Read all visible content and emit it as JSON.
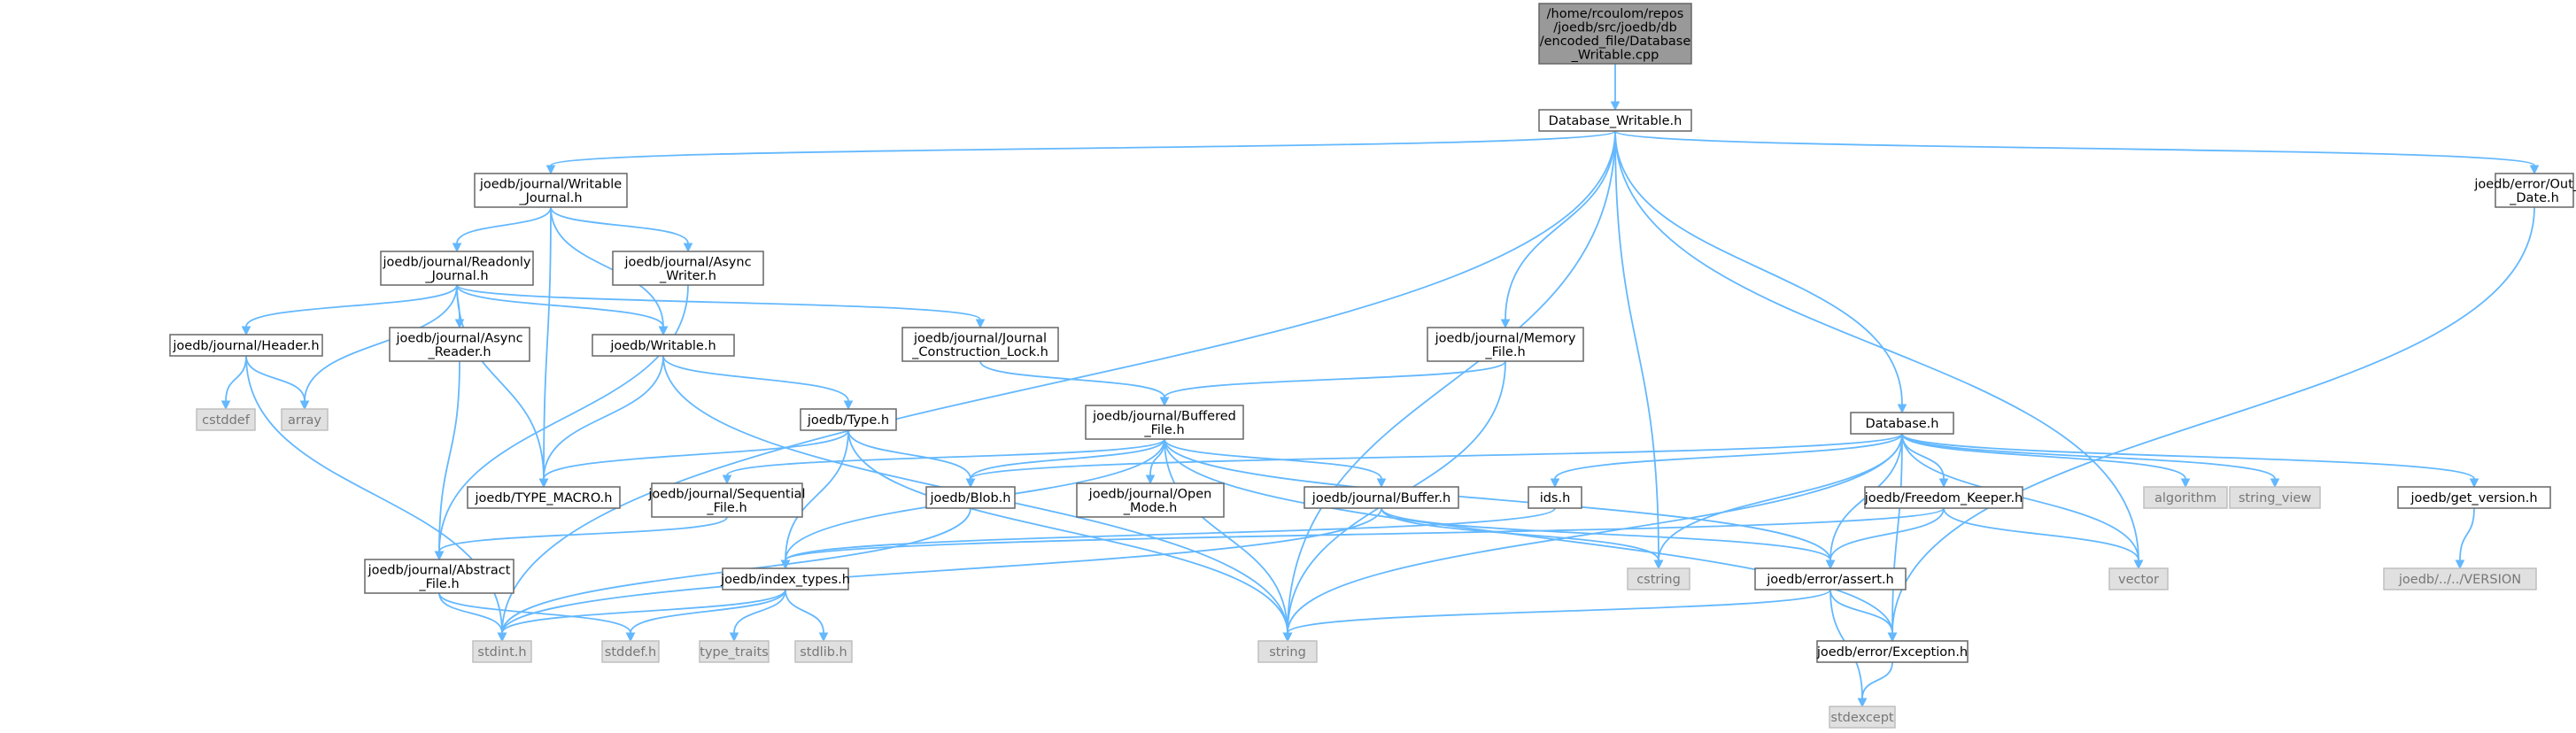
{
  "colors": {
    "edge": "#63b8ff",
    "node_border": "#666666",
    "root_fill": "#999999",
    "system_fill": "#e0e0e0",
    "system_text": "#777777"
  },
  "nodes": [
    {
      "id": "root",
      "kind": "root",
      "lines": [
        "/home/rcoulom/repos",
        "/joedb/src/joedb/db",
        "/encoded_file/Database",
        "_Writable.cpp"
      ]
    },
    {
      "id": "dbw",
      "kind": "normal",
      "lines": [
        "Database_Writable.h"
      ]
    },
    {
      "id": "wj",
      "kind": "normal",
      "lines": [
        "joedb/journal/Writable",
        "_Journal.h"
      ]
    },
    {
      "id": "ooD",
      "kind": "normal",
      "lines": [
        "joedb/error/Out_Of",
        "_Date.h"
      ]
    },
    {
      "id": "rj",
      "kind": "normal",
      "lines": [
        "joedb/journal/Readonly",
        "_Journal.h"
      ]
    },
    {
      "id": "aw",
      "kind": "normal",
      "lines": [
        "joedb/journal/Async",
        "_Writer.h"
      ]
    },
    {
      "id": "hdr",
      "kind": "normal",
      "lines": [
        "joedb/journal/Header.h"
      ]
    },
    {
      "id": "ar",
      "kind": "normal",
      "lines": [
        "joedb/journal/Async",
        "_Reader.h"
      ]
    },
    {
      "id": "wr",
      "kind": "normal",
      "lines": [
        "joedb/Writable.h"
      ]
    },
    {
      "id": "jcl",
      "kind": "normal",
      "lines": [
        "joedb/journal/Journal",
        "_Construction_Lock.h"
      ]
    },
    {
      "id": "mf",
      "kind": "normal",
      "lines": [
        "joedb/journal/Memory",
        "_File.h"
      ]
    },
    {
      "id": "cstddef",
      "kind": "system",
      "lines": [
        "cstddef"
      ]
    },
    {
      "id": "array",
      "kind": "system",
      "lines": [
        "array"
      ]
    },
    {
      "id": "type",
      "kind": "normal",
      "lines": [
        "joedb/Type.h"
      ]
    },
    {
      "id": "bf",
      "kind": "normal",
      "lines": [
        "joedb/journal/Buffered",
        "_File.h"
      ]
    },
    {
      "id": "db",
      "kind": "normal",
      "lines": [
        "Database.h"
      ]
    },
    {
      "id": "tm",
      "kind": "normal",
      "lines": [
        "joedb/TYPE_MACRO.h"
      ]
    },
    {
      "id": "sf",
      "kind": "normal",
      "lines": [
        "joedb/journal/Sequential",
        "_File.h"
      ]
    },
    {
      "id": "blob",
      "kind": "normal",
      "lines": [
        "joedb/Blob.h"
      ]
    },
    {
      "id": "om",
      "kind": "normal",
      "lines": [
        "joedb/journal/Open",
        "_Mode.h"
      ]
    },
    {
      "id": "buf",
      "kind": "normal",
      "lines": [
        "joedb/journal/Buffer.h"
      ]
    },
    {
      "id": "ids",
      "kind": "normal",
      "lines": [
        "ids.h"
      ]
    },
    {
      "id": "fk",
      "kind": "normal",
      "lines": [
        "joedb/Freedom_Keeper.h"
      ]
    },
    {
      "id": "algorithm",
      "kind": "system",
      "lines": [
        "algorithm"
      ]
    },
    {
      "id": "string_view",
      "kind": "system",
      "lines": [
        "string_view"
      ]
    },
    {
      "id": "gv",
      "kind": "normal",
      "lines": [
        "joedb/get_version.h"
      ]
    },
    {
      "id": "af",
      "kind": "normal",
      "lines": [
        "joedb/journal/Abstract",
        "_File.h"
      ]
    },
    {
      "id": "it",
      "kind": "normal",
      "lines": [
        "joedb/index_types.h"
      ]
    },
    {
      "id": "cstring",
      "kind": "system",
      "lines": [
        "cstring"
      ]
    },
    {
      "id": "assert",
      "kind": "normal",
      "lines": [
        "joedb/error/assert.h"
      ]
    },
    {
      "id": "vector",
      "kind": "system",
      "lines": [
        "vector"
      ]
    },
    {
      "id": "version",
      "kind": "system",
      "lines": [
        "joedb/../../VERSION"
      ]
    },
    {
      "id": "stdint",
      "kind": "system",
      "lines": [
        "stdint.h"
      ]
    },
    {
      "id": "stddef",
      "kind": "system",
      "lines": [
        "stddef.h"
      ]
    },
    {
      "id": "type_traits",
      "kind": "system",
      "lines": [
        "type_traits"
      ]
    },
    {
      "id": "stdlib",
      "kind": "system",
      "lines": [
        "stdlib.h"
      ]
    },
    {
      "id": "string",
      "kind": "system",
      "lines": [
        "string"
      ]
    },
    {
      "id": "exc",
      "kind": "normal",
      "lines": [
        "joedb/error/Exception.h"
      ]
    },
    {
      "id": "stdexcept",
      "kind": "system",
      "lines": [
        "stdexcept"
      ]
    }
  ],
  "edges": [
    [
      "root",
      "dbw"
    ],
    [
      "dbw",
      "wj"
    ],
    [
      "dbw",
      "ooD"
    ],
    [
      "dbw",
      "mf"
    ],
    [
      "dbw",
      "db"
    ],
    [
      "dbw",
      "string"
    ],
    [
      "dbw",
      "cstring"
    ],
    [
      "dbw",
      "vector"
    ],
    [
      "dbw",
      "stdint"
    ],
    [
      "wj",
      "rj"
    ],
    [
      "wj",
      "aw"
    ],
    [
      "wj",
      "wr"
    ],
    [
      "wj",
      "tm"
    ],
    [
      "ooD",
      "exc"
    ],
    [
      "rj",
      "hdr"
    ],
    [
      "rj",
      "ar"
    ],
    [
      "rj",
      "wr"
    ],
    [
      "rj",
      "jcl"
    ],
    [
      "rj",
      "array"
    ],
    [
      "rj",
      "tm"
    ],
    [
      "aw",
      "af"
    ],
    [
      "hdr",
      "cstddef"
    ],
    [
      "hdr",
      "array"
    ],
    [
      "hdr",
      "stdint"
    ],
    [
      "ar",
      "af"
    ],
    [
      "wr",
      "type"
    ],
    [
      "wr",
      "tm"
    ],
    [
      "wr",
      "string"
    ],
    [
      "jcl",
      "bf"
    ],
    [
      "mf",
      "bf"
    ],
    [
      "mf",
      "string"
    ],
    [
      "type",
      "tm"
    ],
    [
      "type",
      "blob"
    ],
    [
      "type",
      "it"
    ],
    [
      "type",
      "string"
    ],
    [
      "bf",
      "sf"
    ],
    [
      "bf",
      "blob"
    ],
    [
      "bf",
      "om"
    ],
    [
      "bf",
      "buf"
    ],
    [
      "bf",
      "it"
    ],
    [
      "bf",
      "assert"
    ],
    [
      "bf",
      "exc"
    ],
    [
      "bf",
      "string"
    ],
    [
      "db",
      "blob"
    ],
    [
      "db",
      "ids"
    ],
    [
      "db",
      "fk"
    ],
    [
      "db",
      "algorithm"
    ],
    [
      "db",
      "string_view"
    ],
    [
      "db",
      "gv"
    ],
    [
      "db",
      "cstring"
    ],
    [
      "db",
      "assert"
    ],
    [
      "db",
      "vector"
    ],
    [
      "db",
      "string"
    ],
    [
      "db",
      "exc"
    ],
    [
      "sf",
      "af"
    ],
    [
      "blob",
      "stdint"
    ],
    [
      "buf",
      "stdint"
    ],
    [
      "buf",
      "cstring"
    ],
    [
      "buf",
      "assert"
    ],
    [
      "ids",
      "it"
    ],
    [
      "fk",
      "it"
    ],
    [
      "fk",
      "assert"
    ],
    [
      "fk",
      "vector"
    ],
    [
      "gv",
      "version"
    ],
    [
      "af",
      "stdint"
    ],
    [
      "af",
      "stddef"
    ],
    [
      "it",
      "stdint"
    ],
    [
      "it",
      "stddef"
    ],
    [
      "it",
      "type_traits"
    ],
    [
      "it",
      "stdlib"
    ],
    [
      "assert",
      "string"
    ],
    [
      "assert",
      "exc"
    ],
    [
      "assert",
      "stdexcept"
    ],
    [
      "exc",
      "stdexcept"
    ]
  ]
}
